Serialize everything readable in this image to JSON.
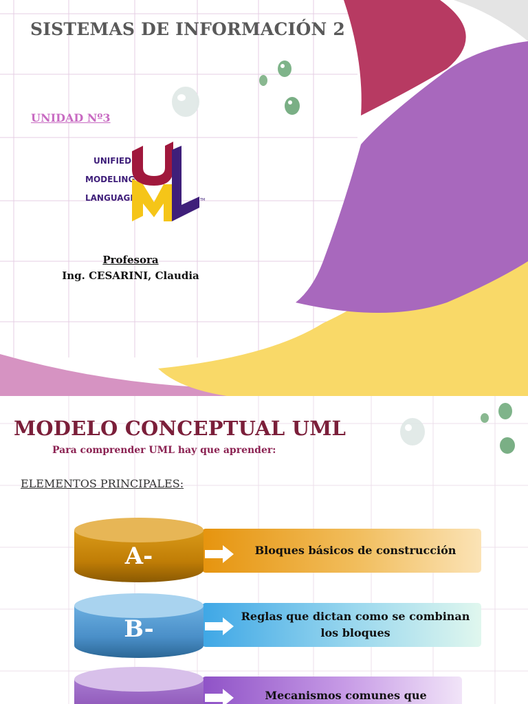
{
  "slide1": {
    "title": "SISTEMAS DE INFORMACIÓN 2",
    "unidad": "UNIDAD Nº3",
    "logo": {
      "lines": [
        "UNIFIED",
        "MODELING",
        "LANGUAGE"
      ],
      "letters": [
        "U",
        "M",
        "L"
      ],
      "trademark": "TM",
      "colors": {
        "red": "#a0183c",
        "yellow": "#f5c518",
        "purple": "#3f1f7a"
      }
    },
    "profesora_label": "Profesora",
    "profesora_name": "Ing. CESARINI, Claudia"
  },
  "slide2": {
    "title": "MODELO CONCEPTUAL UML",
    "subtitle": "Para comprender UML hay que aprender:",
    "section_label": "ELEMENTOS PRINCIPALES:",
    "items": [
      {
        "letter": "A-",
        "text": "Bloques básicos de construcción",
        "color": "#c8860a"
      },
      {
        "letter": "B-",
        "text": "Reglas que dictan como se combinan los bloques",
        "color": "#4a8fc8"
      },
      {
        "letter": "",
        "text": "Mecanismos comunes que",
        "color": "#8e56b8"
      }
    ]
  },
  "colors": {
    "crimson": "#b73a62",
    "purple": "#a868bd",
    "yellow": "#f9d968",
    "pink": "#d693c2",
    "grid": "#e6cfe4"
  }
}
